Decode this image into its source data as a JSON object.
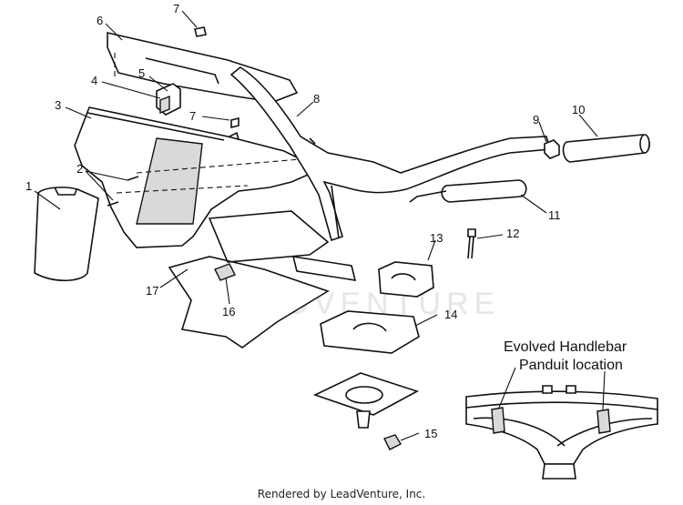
{
  "callouts": [
    {
      "id": "c1",
      "text": "1"
    },
    {
      "id": "c2",
      "text": "2"
    },
    {
      "id": "c3",
      "text": "3"
    },
    {
      "id": "c4",
      "text": "4"
    },
    {
      "id": "c5",
      "text": "5"
    },
    {
      "id": "c6",
      "text": "6"
    },
    {
      "id": "c7a",
      "text": "7"
    },
    {
      "id": "c7b",
      "text": "7"
    },
    {
      "id": "c8",
      "text": "8"
    },
    {
      "id": "c9",
      "text": "9"
    },
    {
      "id": "c10",
      "text": "10"
    },
    {
      "id": "c11",
      "text": "11"
    },
    {
      "id": "c12",
      "text": "12"
    },
    {
      "id": "c13",
      "text": "13"
    },
    {
      "id": "c14",
      "text": "14"
    },
    {
      "id": "c15",
      "text": "15"
    },
    {
      "id": "c16",
      "text": "16"
    },
    {
      "id": "c17",
      "text": "17"
    }
  ],
  "inset": {
    "title_line1": "Evolved Handlebar",
    "title_line2": "Panduit location"
  },
  "watermark": "LEADVENTURE",
  "footer": "Rendered by LeadVenture, Inc."
}
